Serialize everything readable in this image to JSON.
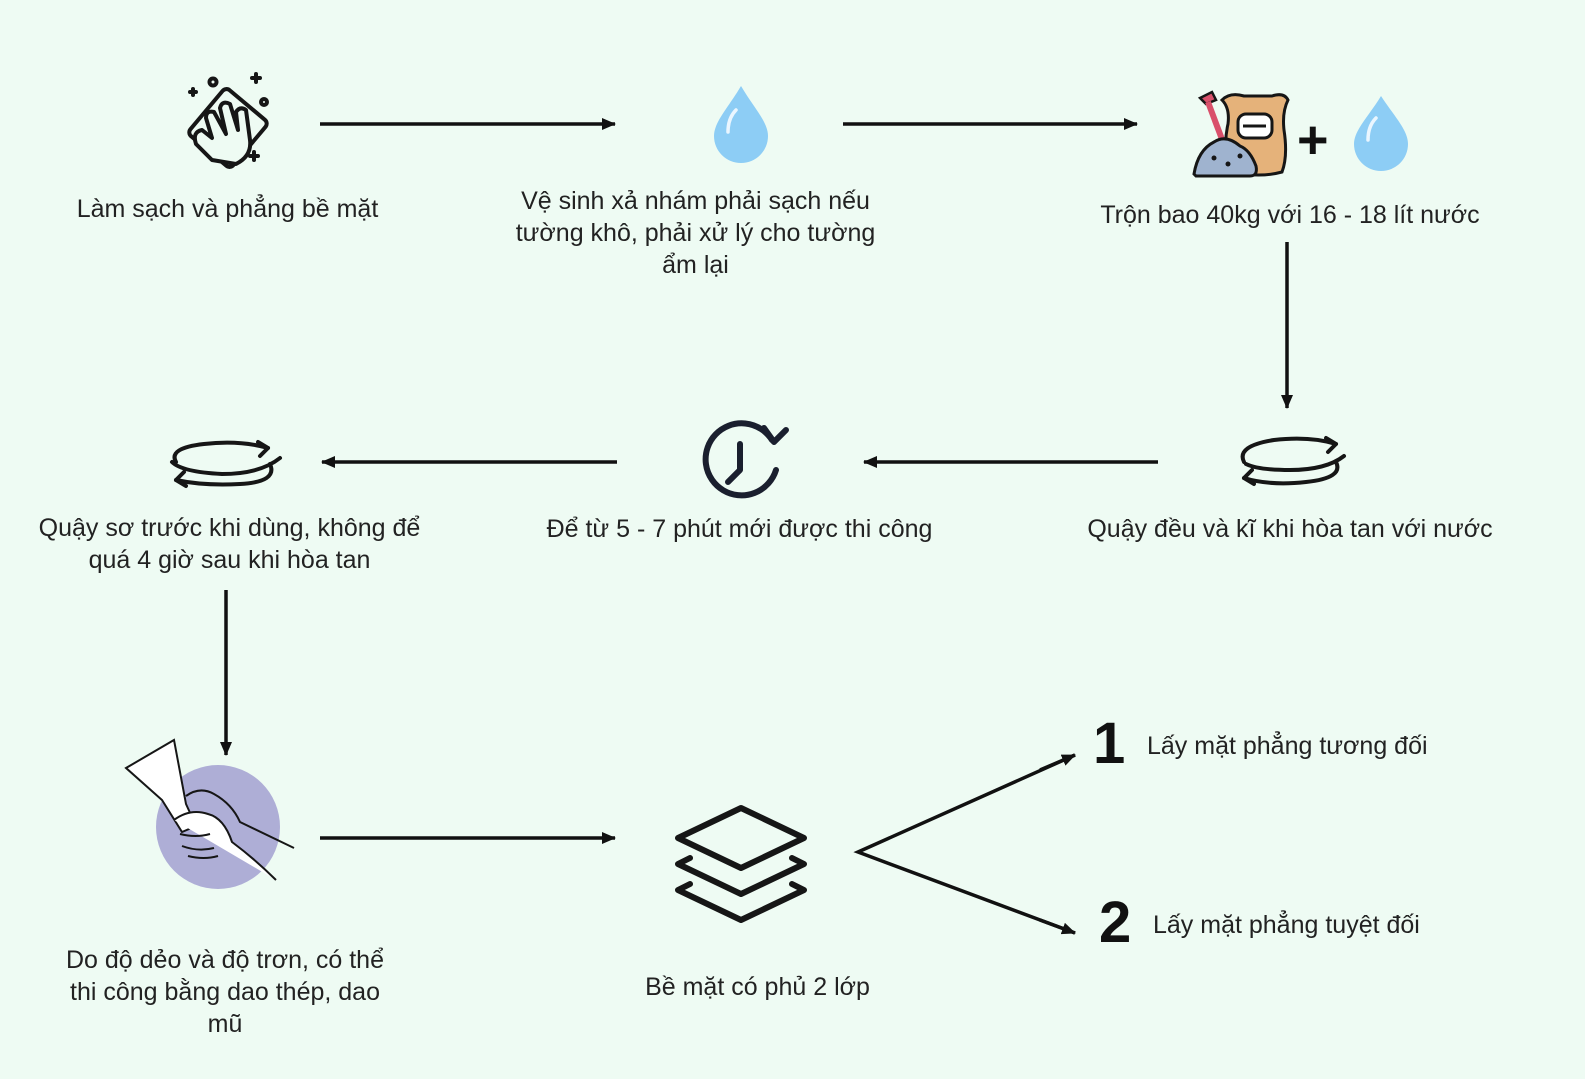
{
  "colors": {
    "background": "#eefbf3",
    "water": "#8dcdf5",
    "ink": "#161616",
    "sack": "#e5b27a",
    "shovel_handle": "#d9506b",
    "cement": "#9fb3cf",
    "palm_circle": "#aeaed6"
  },
  "steps": [
    {
      "icon": "cleaning-cloth-icon",
      "text": "Làm sạch và phẳng bề mặt"
    },
    {
      "icon": "water-drop-icon",
      "text": "Vệ sinh xả nhám phải sạch nếu tường khô, phải xử lý cho tường ẩm lại"
    },
    {
      "icon": "cement-bag-plus-water-icon",
      "text": "Trộn bao 40kg với 16 - 18 lít nước"
    },
    {
      "icon": "rotate-icon",
      "text": "Quậy đều và kĩ khi hòa tan với nước"
    },
    {
      "icon": "timer-icon",
      "text": "Để từ 5 - 7 phút mới được thi công"
    },
    {
      "icon": "rotate-icon",
      "text": "Quậy sơ trước khi dùng, không để quá 4 giờ sau khi hòa tan"
    },
    {
      "icon": "putty-knife-hand-icon",
      "text": "Do độ dẻo và độ trơn, có thể thi công bằng dao thép, dao mũ"
    },
    {
      "icon": "layers-icon",
      "text": "Bề mặt có phủ 2 lớp"
    }
  ],
  "plus_sign": "+",
  "options": [
    {
      "number": "1",
      "text": "Lấy mặt phẳng tương đối"
    },
    {
      "number": "2",
      "text": "Lấy mặt phẳng tuyệt đối"
    }
  ]
}
